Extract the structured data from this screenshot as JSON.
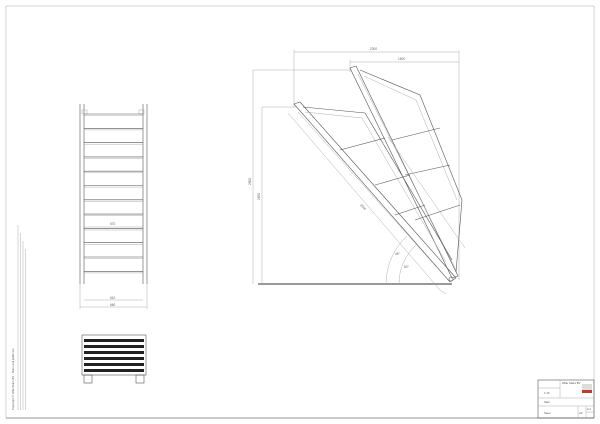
{
  "drawing": {
    "front_view": {
      "dim_inner": "570",
      "dim_mid": "610",
      "dim_outer": "660"
    },
    "side_view": {
      "dim_top_total": "2300",
      "dim_top_partial": "1500",
      "dim_height_total": "2800",
      "dim_height_partial": "2650",
      "dim_length": "2560",
      "angle_1": "45°",
      "angle_2": "60°"
    },
    "copyright_note": "Copyright © Wille Stairs BV - Stairs and platforms",
    "title_block": {
      "company": "Wille Stairs BV",
      "scale": "1:10",
      "name": "Stair",
      "material": "Steel",
      "size": "A3",
      "sheet": "1/1"
    },
    "logo_color": "#c0392b"
  }
}
